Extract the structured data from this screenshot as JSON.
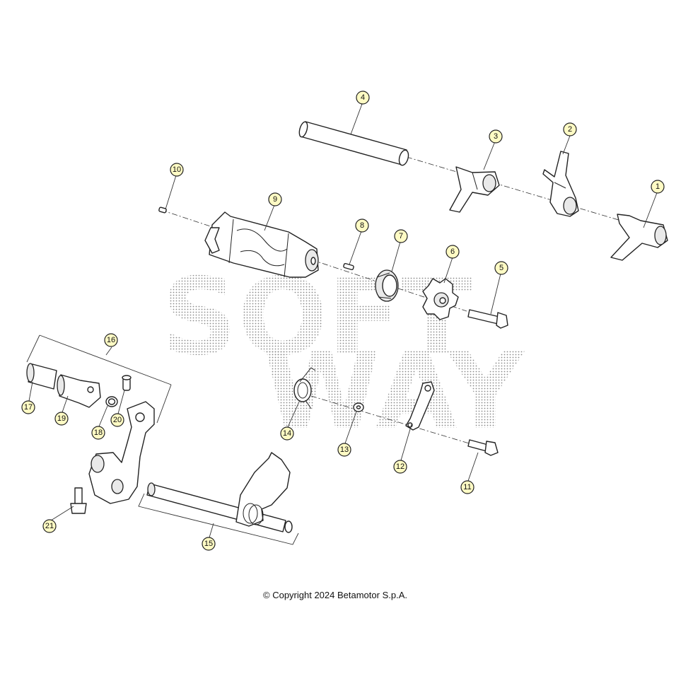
{
  "callouts": [
    {
      "n": "1"
    },
    {
      "n": "2"
    },
    {
      "n": "3"
    },
    {
      "n": "4"
    },
    {
      "n": "5"
    },
    {
      "n": "6"
    },
    {
      "n": "7"
    },
    {
      "n": "8"
    },
    {
      "n": "9"
    },
    {
      "n": "10"
    },
    {
      "n": "11"
    },
    {
      "n": "12"
    },
    {
      "n": "13"
    },
    {
      "n": "14"
    },
    {
      "n": "15"
    },
    {
      "n": "16"
    },
    {
      "n": "17"
    },
    {
      "n": "18"
    },
    {
      "n": "19"
    },
    {
      "n": "20"
    },
    {
      "n": "21"
    }
  ],
  "watermark": {
    "line1": "SOFT",
    "line2": "WAY"
  },
  "copyright": "© Copyright 2024 Betamotor S.p.A."
}
